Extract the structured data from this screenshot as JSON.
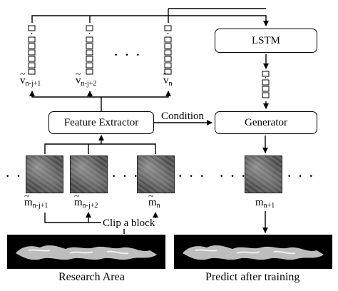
{
  "nodes": {
    "lstm": "LSTM",
    "feature_extractor": "Feature Extractor",
    "generator": "Generator"
  },
  "edges": {
    "condition": "Condition",
    "clip_block": "Clip a block"
  },
  "vectors": {
    "v1_base": "v",
    "v1_sub": "n-j+1",
    "v2_base": "v",
    "v2_sub": "n-j+2",
    "v3_base": "v",
    "v3_sub": "n"
  },
  "images": {
    "m1_base": "m",
    "m1_sub": "n-j+1",
    "m2_base": "m",
    "m2_sub": "n-j+2",
    "m3_base": "m",
    "m3_sub": "n",
    "m4_base": "m",
    "m4_sub": "n+1"
  },
  "ellipsis": "· · ·",
  "captions": {
    "research_area": "Research Area",
    "predict": "Predict after training"
  }
}
